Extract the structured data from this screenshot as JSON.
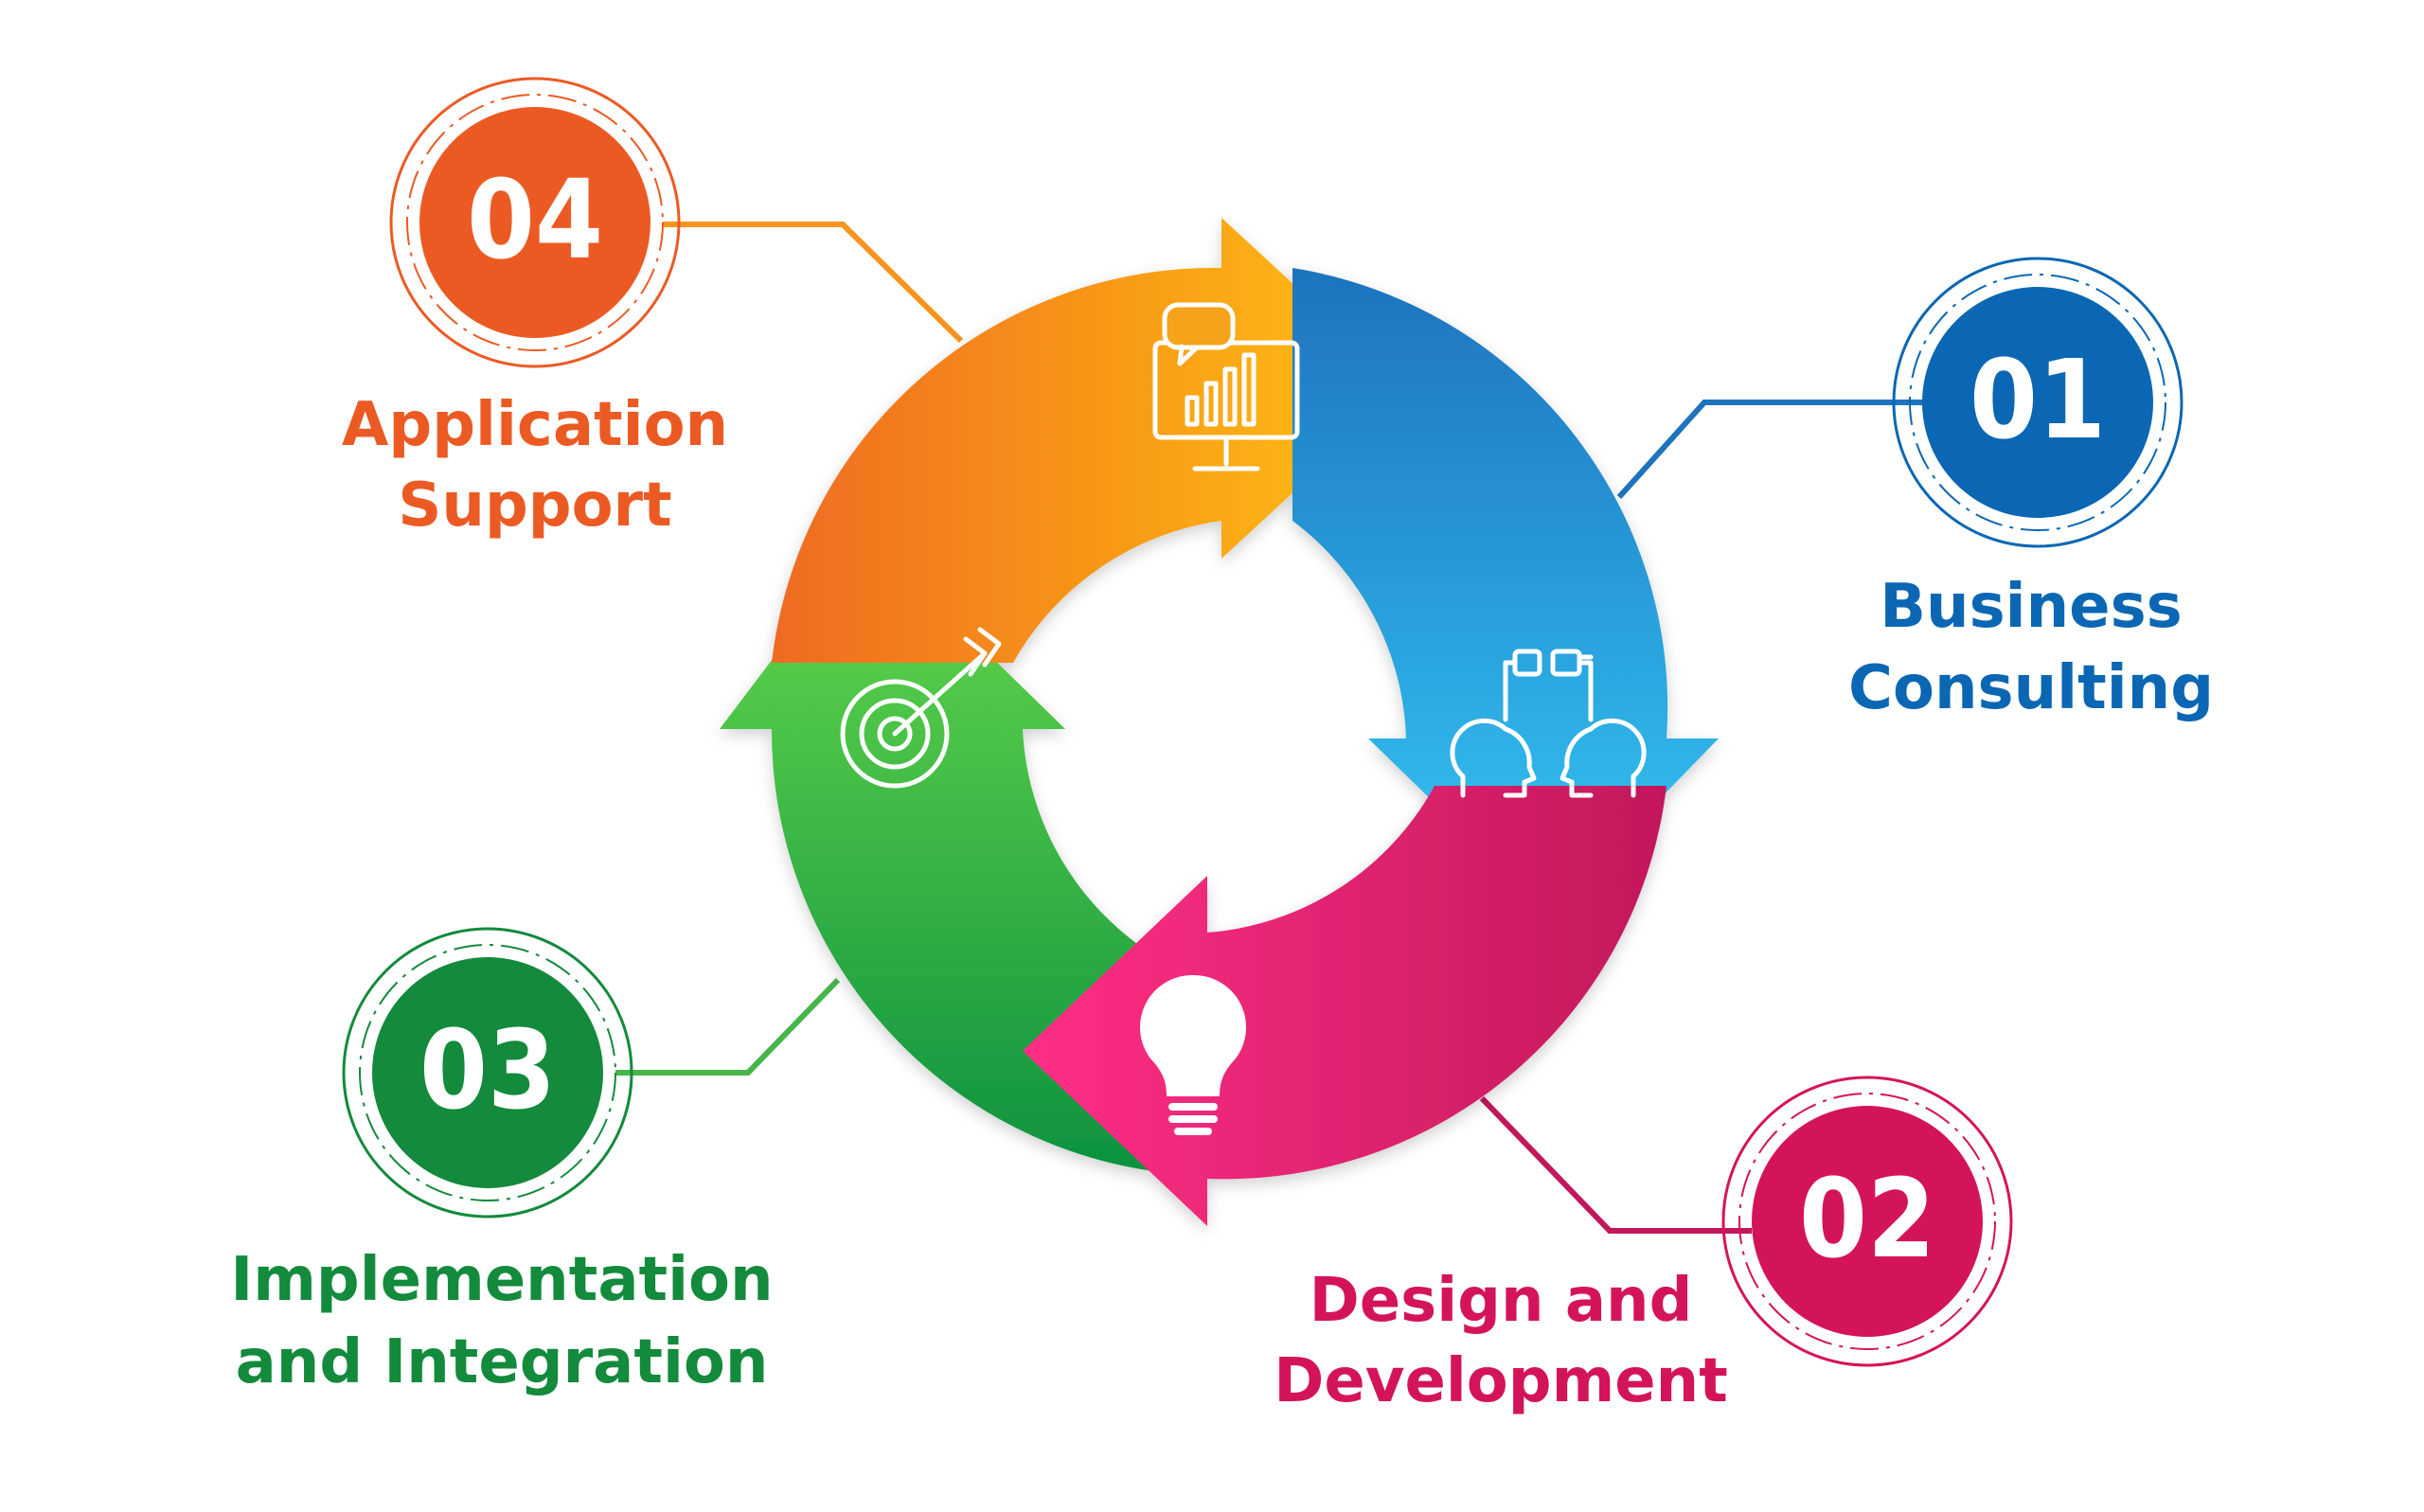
{
  "steps": [
    {
      "number": "01",
      "line1": "Business",
      "line2": "Consulting",
      "color": "#0b67b3",
      "icon": "people-plug-icon"
    },
    {
      "number": "02",
      "line1": "Design and",
      "line2": "Development",
      "color": "#d4145a",
      "icon": "lightbulb-icon"
    },
    {
      "number": "03",
      "line1": "Implementation",
      "line2": "and Integration",
      "color": "#138a3c",
      "icon": "target-arrow-icon"
    },
    {
      "number": "04",
      "line1": "Application",
      "line2": "Support",
      "color": "#ec5a24",
      "icon": "presentation-chart-icon"
    }
  ],
  "colors": {
    "blue_light": "#34c6f4",
    "blue_dark": "#1e73be",
    "pink": "#ff2f86",
    "pink_dark": "#c2185b",
    "green_light": "#66d84a",
    "green_dark": "#0d9240",
    "orange": "#ef6a22",
    "yellow": "#ffc20e"
  }
}
